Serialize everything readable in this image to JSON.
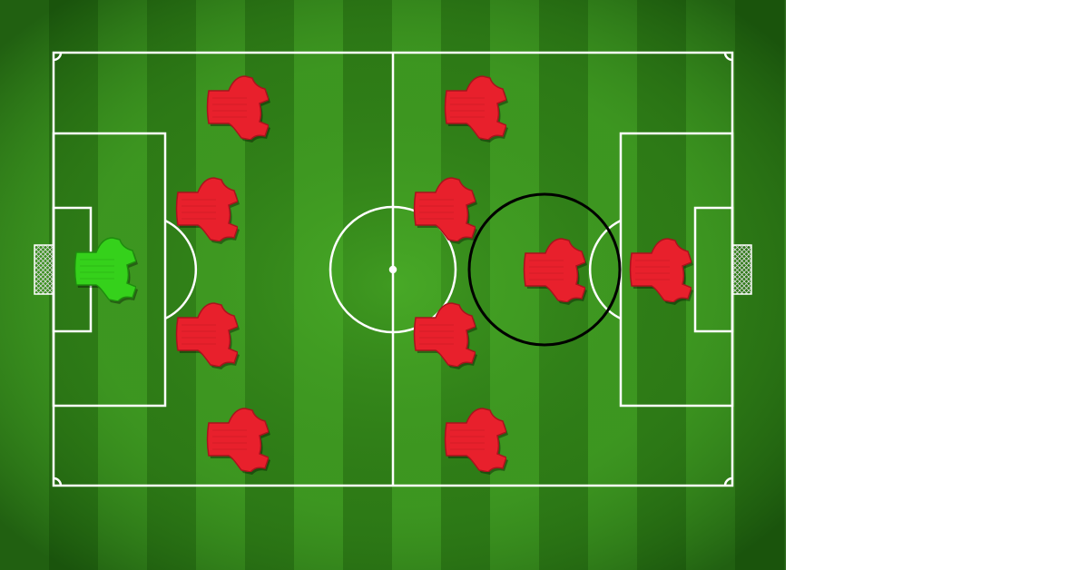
{
  "formation": {
    "home_team": "4-4-2",
    "kit_colors": {
      "outfield": "#e8202c",
      "outfield_dark": "#a8141d",
      "goalkeeper": "#35d11b",
      "goalkeeper_dark": "#1f8c0e"
    },
    "highlight_color": "#000000",
    "pitch_colors": {
      "grass_light": "#3f9a22",
      "grass_dark": "#2d7a16",
      "surround": "#1f5e0f",
      "lines": "#ffffff"
    }
  },
  "players": [
    {
      "role": "goalkeeper",
      "kit": "goalkeeper-shirt-icon"
    },
    {
      "role": "defender",
      "kit": "outfield-shirt-icon"
    },
    {
      "role": "defender",
      "kit": "outfield-shirt-icon"
    },
    {
      "role": "defender",
      "kit": "outfield-shirt-icon"
    },
    {
      "role": "defender",
      "kit": "outfield-shirt-icon"
    },
    {
      "role": "midfielder",
      "kit": "outfield-shirt-icon"
    },
    {
      "role": "midfielder",
      "kit": "outfield-shirt-icon"
    },
    {
      "role": "midfielder",
      "kit": "outfield-shirt-icon"
    },
    {
      "role": "midfielder",
      "kit": "outfield-shirt-icon"
    },
    {
      "role": "forward",
      "kit": "outfield-shirt-icon",
      "highlighted": true
    },
    {
      "role": "forward",
      "kit": "outfield-shirt-icon"
    }
  ]
}
